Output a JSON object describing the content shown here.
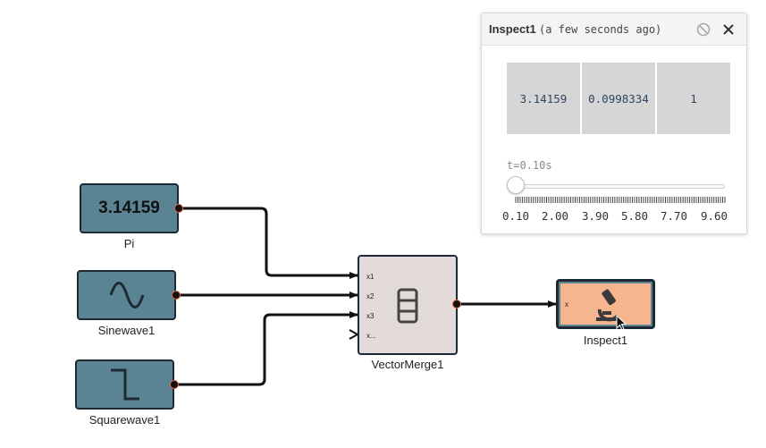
{
  "blocks": {
    "pi": {
      "value": "3.14159",
      "label": "Pi"
    },
    "sinewave": {
      "label": "Sinewave1"
    },
    "squarewave": {
      "label": "Squarewave1"
    },
    "vector_merge": {
      "label": "VectorMerge1",
      "ports": [
        "x1",
        "x2",
        "x3",
        "x..."
      ]
    },
    "inspect_block": {
      "label": "Inspect1",
      "port": "x"
    }
  },
  "inspect_panel": {
    "title": "Inspect1",
    "subtitle": "(a few seconds ago)",
    "values": [
      "3.14159",
      "0.0998334",
      "1"
    ],
    "time_label": "t=0.10s",
    "slider": {
      "min": 0.1,
      "max": 9.6,
      "value": 0.1,
      "tick_labels": [
        "0.10",
        "2.00",
        "3.90",
        "5.80",
        "7.70",
        "9.60"
      ]
    }
  },
  "colors": {
    "source_block": "#5a8394",
    "merge_block": "#e2dbd9",
    "inspect_block": "#f6b58e",
    "port_outline": "#e8643b"
  },
  "icons": {
    "sinewave": "sine-wave-icon",
    "squarewave": "square-wave-icon",
    "merge": "vector-stack-icon",
    "inspect": "microscope-icon",
    "disable": "disable-icon",
    "close": "close-icon"
  }
}
